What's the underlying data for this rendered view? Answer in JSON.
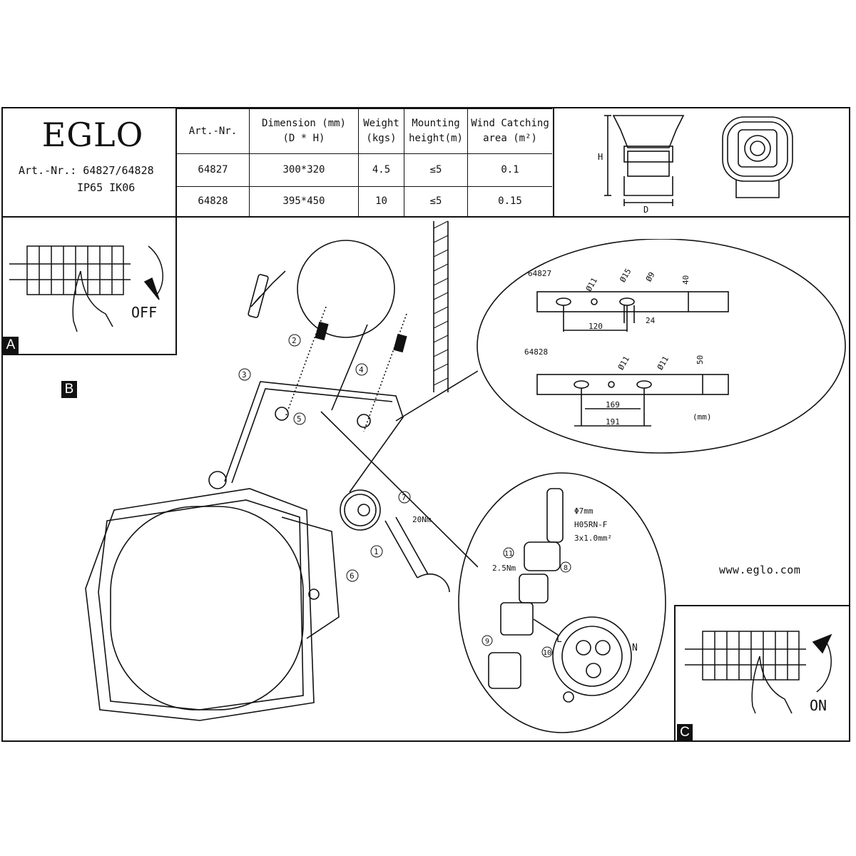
{
  "header": {
    "brand": "EGLO",
    "article_line": "Art.-Nr.: 64827/64828",
    "protection_line": "IP65  IK06"
  },
  "spec_table": {
    "columns": [
      "Art.-Nr.",
      "Dimension (mm)",
      "(D * H)",
      "Weight",
      "(kgs)",
      "Mounting",
      "height(m)",
      "Wind Catching",
      "area (m²)"
    ],
    "rows": [
      {
        "art": "64827",
        "dimension": "300*320",
        "weight": "4.5",
        "mounting": "≤5",
        "wind": "0.1"
      },
      {
        "art": "64828",
        "dimension": "395*450",
        "weight": "10",
        "mounting": "≤5",
        "wind": "0.15"
      }
    ]
  },
  "dimension_drawing": {
    "height_label": "H",
    "depth_label": "D"
  },
  "panels": {
    "a": {
      "label": "A",
      "action": "OFF"
    },
    "b": {
      "label": "B"
    },
    "c": {
      "label": "C",
      "action": "ON"
    }
  },
  "bracket_detail": {
    "model_a": "64827",
    "model_a_holes": [
      "Ø11",
      "Ø15",
      "Ø9"
    ],
    "model_a_dims": [
      "120",
      "24",
      "40"
    ],
    "model_b": "64828",
    "model_b_holes": [
      "Ø11",
      "Ø11"
    ],
    "model_b_dims": [
      "169",
      "191",
      "50"
    ],
    "unit": "(mm)"
  },
  "cable_detail": {
    "diameter": "Φ7mm",
    "cable_type": "H05RN-F",
    "cable_spec": "3x1.0mm²",
    "torque_small": "2.5Nm",
    "torque_large": "20Nm",
    "terminal_l": "L",
    "terminal_n": "N"
  },
  "steps": [
    "1",
    "2",
    "3",
    "4",
    "5",
    "6",
    "7",
    "8",
    "9",
    "10",
    "11"
  ],
  "website": "www.eglo.com"
}
